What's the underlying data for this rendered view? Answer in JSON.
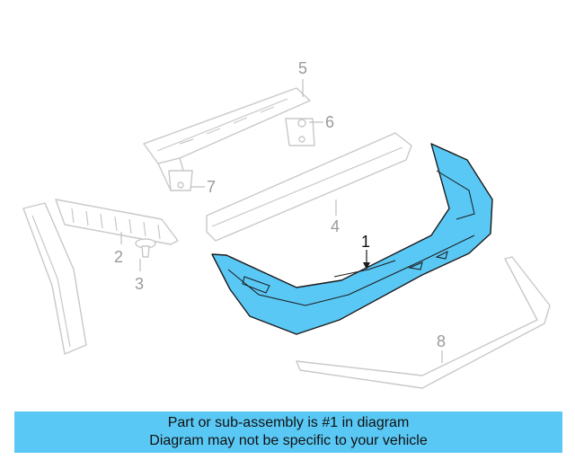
{
  "diagram": {
    "callouts": [
      "1",
      "2",
      "3",
      "4",
      "5",
      "6",
      "7",
      "8"
    ],
    "highlight_color": "#5ac8f5",
    "ghost_color": "#c8c8c8"
  },
  "banner": {
    "line1": "Part or sub-assembly is #1 in diagram",
    "line2": "Diagram may not be specific to your vehicle",
    "background": "#5ac8f5"
  }
}
